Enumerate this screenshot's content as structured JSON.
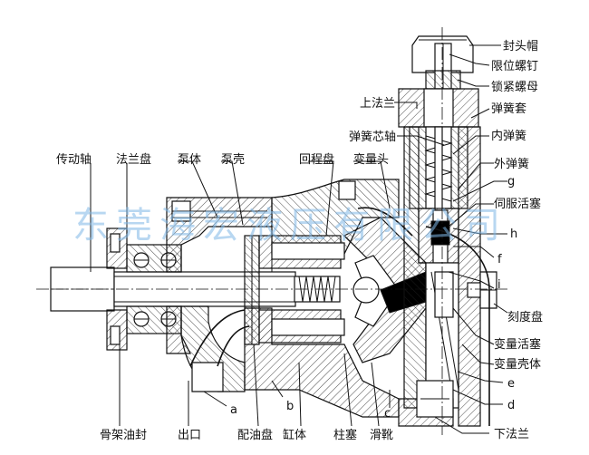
{
  "watermark": "东莞海宏液压有限公司",
  "labels_top_right": {
    "end_cap": "封头帽",
    "limit_screw": "限位螺钉",
    "lock_nut": "锁紧螺母",
    "upper_flange": "上法兰",
    "spring_sleeve": "弹簧套",
    "spring_mandrel": "弹簧芯轴",
    "inner_spring": "内弹簧",
    "outer_spring": "外弹簧",
    "g": "g",
    "servo_piston": "伺服活塞",
    "h": "h",
    "f": "f",
    "i": "i",
    "dial": "刻度盘",
    "variable_piston": "变量活塞",
    "variable_housing": "变量壳体",
    "e": "e",
    "d": "d",
    "lower_flange": "下法兰"
  },
  "labels_top": {
    "drive_shaft": "传动轴",
    "flange_plate": "法兰盘",
    "pump_body": "泵体",
    "pump_shell": "泵壳",
    "return_plate": "回程盘",
    "variable_head": "变量头"
  },
  "labels_bottom": {
    "oil_seal": "骨架油封",
    "outlet": "出口",
    "a": "a",
    "port_plate": "配油盘",
    "b": "b",
    "cylinder": "缸体",
    "plunger": "柱塞",
    "c": "c",
    "slipper": "滑靴"
  }
}
